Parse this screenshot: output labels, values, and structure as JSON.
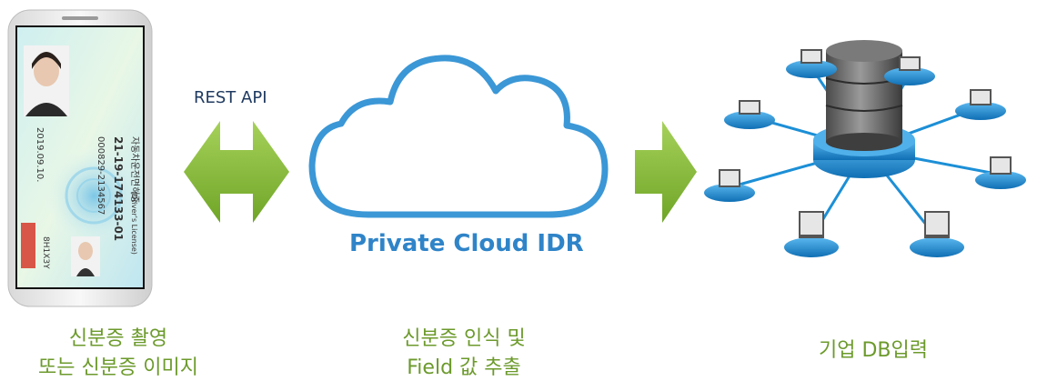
{
  "api": {
    "label": "REST API"
  },
  "cloud": {
    "label": "Private Cloud IDR"
  },
  "license_card": {
    "title": "자동차운전면허증",
    "subtitle": "(Driver's License)",
    "number": "21-19-174133-01",
    "id_line": "000829-2134567",
    "date": "2019.09.10.",
    "serial": "8H1X3Y"
  },
  "captions": {
    "left_line1": "신분증 촬영",
    "left_line2": "또는 신분증 이미지",
    "middle_line1": "신분증 인식 및",
    "middle_line2": "Field 값 추출",
    "right": "기업 DB입력"
  },
  "colors": {
    "arrow_green": "#8cc03f",
    "cloud_blue": "#3b97d6",
    "caption_green": "#6c9a2c",
    "node_blue": "#1c8fd6"
  }
}
